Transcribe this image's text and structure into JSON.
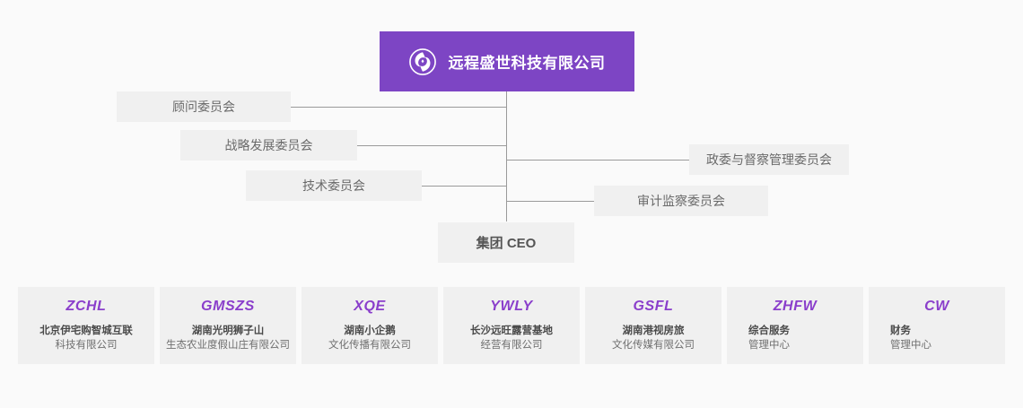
{
  "colors": {
    "page_background": "#fafafa",
    "brand_purple": "#7d45c4",
    "card_code_purple": "#8a3ecb",
    "box_grey": "#f0f0f0",
    "line_grey": "#9a9a9a"
  },
  "root": {
    "logo_icon": "circular-swirl-logo-icon",
    "title": "远程盛世科技有限公司"
  },
  "committees": {
    "left": [
      {
        "label": "顾问委员会"
      },
      {
        "label": "战略发展委员会"
      },
      {
        "label": "技术委员会"
      }
    ],
    "right": [
      {
        "label": "政委与督察管理委员会"
      },
      {
        "label": "审计监察委员会"
      }
    ]
  },
  "ceo": {
    "label": "集团 CEO"
  },
  "subsidiaries": [
    {
      "code": "ZCHL",
      "line1": "北京伊宅购智城互联",
      "line2": "科技有限公司",
      "align": "center"
    },
    {
      "code": "GMSZS",
      "line1": "湖南光明狮子山",
      "line2": "生态农业度假山庄有限公司",
      "align": "center"
    },
    {
      "code": "XQE",
      "line1": "湖南小企鹅",
      "line2": "文化传播有限公司",
      "align": "center"
    },
    {
      "code": "YWLY",
      "line1": "长沙远旺露营基地",
      "line2": "经营有限公司",
      "align": "center"
    },
    {
      "code": "GSFL",
      "line1": "湖南港视房旅",
      "line2": "文化传媒有限公司",
      "align": "center"
    },
    {
      "code": "ZHFW",
      "line1": "综合服务",
      "line2": "管理中心",
      "align": "left"
    },
    {
      "code": "CW",
      "line1": "财务",
      "line2": "管理中心",
      "align": "center"
    }
  ]
}
